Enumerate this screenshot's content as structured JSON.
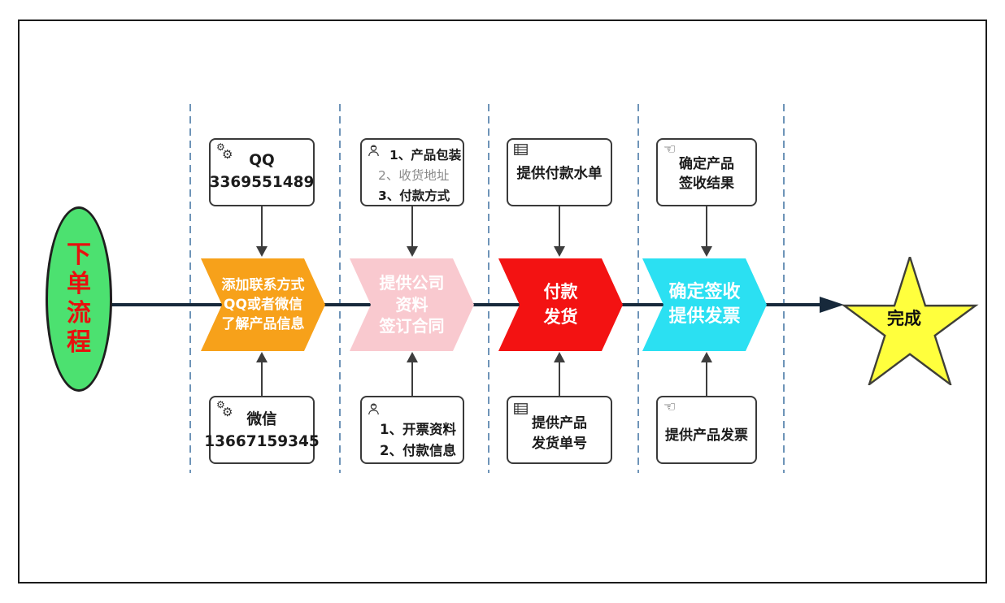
{
  "diagram": {
    "start_label": "下单流程",
    "end_label": "完成",
    "steps": [
      {
        "name": "add-contact",
        "color": "#F7A11A",
        "lines": [
          "添加联系方式",
          "QQ或者微信",
          "了解产品信息"
        ]
      },
      {
        "name": "provide-company-info",
        "color": "#F9C9CF",
        "lines": [
          "提供公司",
          "资料",
          "签订合同"
        ]
      },
      {
        "name": "pay-and-ship",
        "color": "#F31212",
        "lines": [
          "付款",
          "发货"
        ]
      },
      {
        "name": "confirm-and-invoice",
        "color": "#2BE0F2",
        "lines": [
          "确定签收",
          "提供发票"
        ]
      }
    ],
    "top_notes": [
      {
        "icon": "gears-icon",
        "lines": [
          "QQ",
          "3369551489"
        ]
      },
      {
        "icon": "person-icon",
        "lines": [
          "1、产品包装",
          "2、收货地址",
          "3、付款方式"
        ]
      },
      {
        "icon": "table-icon",
        "lines": [
          "提供付款水单"
        ]
      },
      {
        "icon": "hand-icon",
        "lines": [
          "确定产品",
          "签收结果"
        ]
      }
    ],
    "bottom_notes": [
      {
        "icon": "gears-icon",
        "lines": [
          "微信",
          "13667159345"
        ]
      },
      {
        "icon": "person-icon",
        "lines": [
          "1、开票资料",
          "2、付款信息"
        ]
      },
      {
        "icon": "table-icon",
        "lines": [
          "提供产品",
          "发货单号"
        ]
      },
      {
        "icon": "hand-icon",
        "lines": [
          "提供产品发票"
        ]
      }
    ],
    "colors": {
      "start_fill": "#4CE170",
      "start_text": "#E8100E",
      "step_orange": "#F7A11A",
      "step_pink": "#F9C9CF",
      "step_red": "#F31212",
      "step_cyan": "#2BE0F2",
      "star_fill": "#FFFF3D",
      "flow_line": "#17293B",
      "lane_divider": "#6E94B8"
    }
  }
}
